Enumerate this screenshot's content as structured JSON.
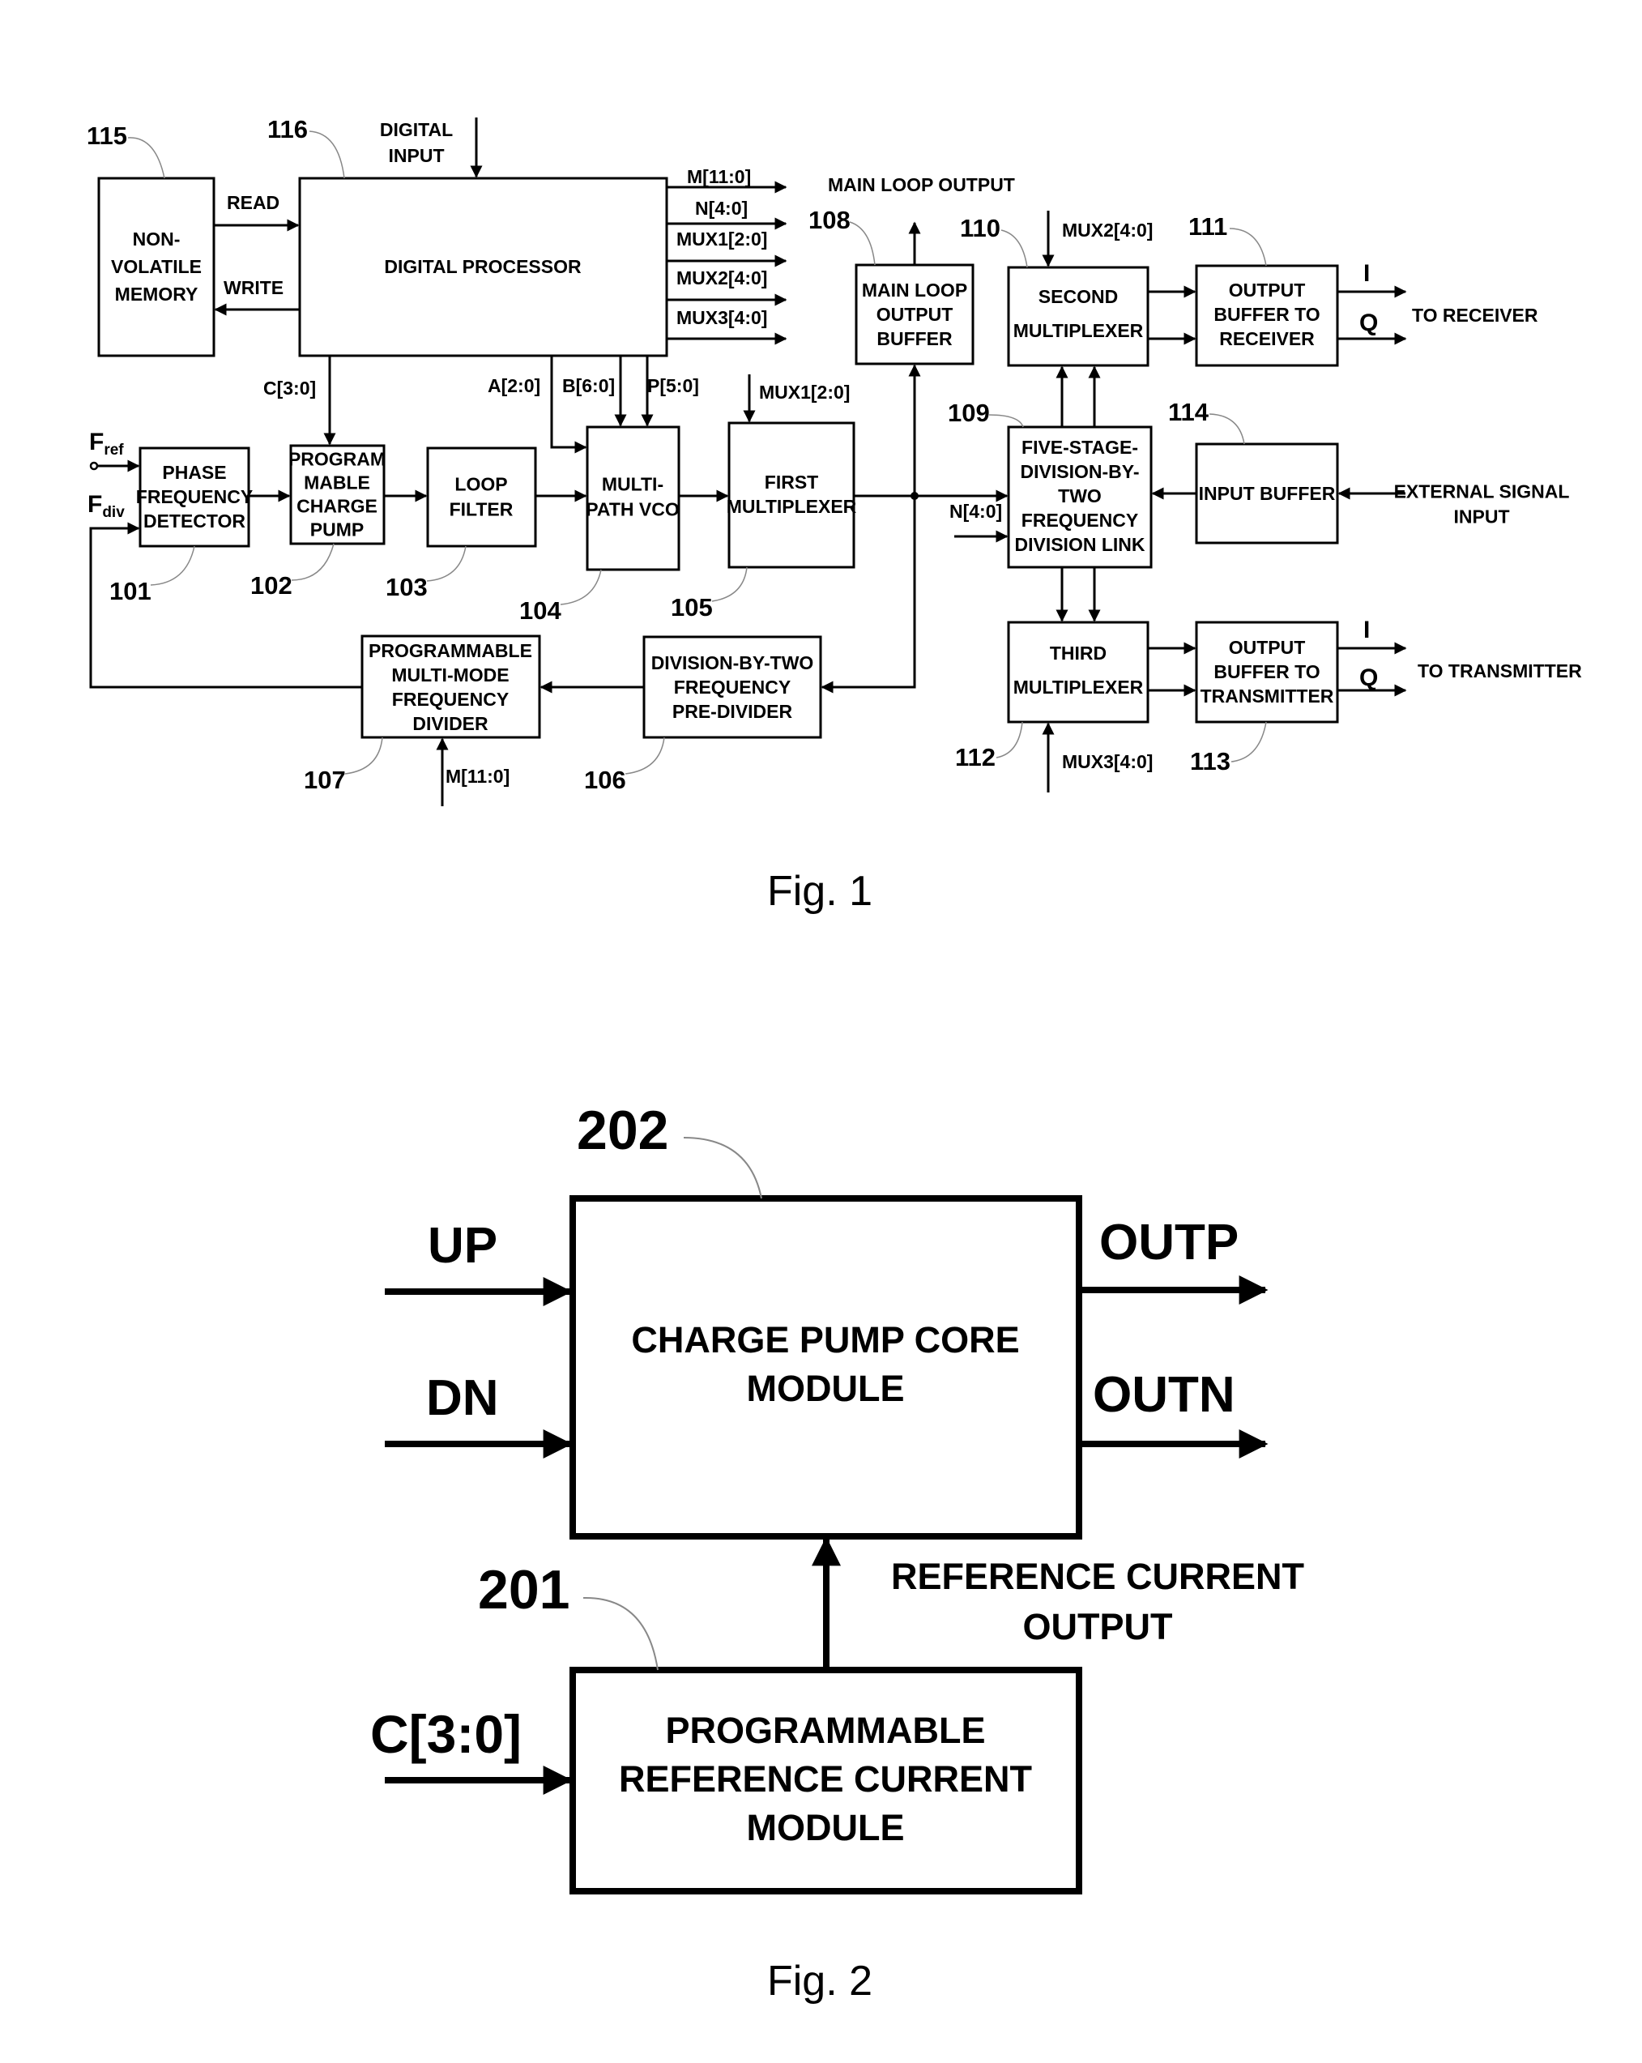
{
  "fig1": {
    "caption": "Fig. 1",
    "blocks": {
      "nvm": [
        "NON-",
        "VOLATILE",
        "MEMORY"
      ],
      "dp": [
        "DIGITAL PROCESSOR"
      ],
      "pfd": [
        "PHASE",
        "FREQUENCY",
        "DETECTOR"
      ],
      "cp": [
        "PROGRAM",
        "MABLE",
        "CHARGE",
        "PUMP"
      ],
      "lf": [
        "LOOP",
        "FILTER"
      ],
      "vco": [
        "MULTI-",
        "PATH VCO"
      ],
      "mux1": [
        "FIRST",
        "MULTIPLEXER"
      ],
      "mlb": [
        "MAIN LOOP",
        "OUTPUT",
        "BUFFER"
      ],
      "mux2": [
        "SECOND",
        "MULTIPLEXER"
      ],
      "ob_rx": [
        "OUTPUT",
        "BUFFER TO",
        "RECEIVER"
      ],
      "fsd": [
        "FIVE-STAGE-",
        "DIVISION-BY-",
        "TWO",
        "FREQUENCY",
        "DIVISION LINK"
      ],
      "ib": [
        "INPUT BUFFER"
      ],
      "mux3": [
        "THIRD",
        "MULTIPLEXER"
      ],
      "ob_tx": [
        "OUTPUT",
        "BUFFER TO",
        "TRANSMITTER"
      ],
      "pmd": [
        "PROGRAMMABLE",
        "MULTI-MODE",
        "FREQUENCY",
        "DIVIDER"
      ],
      "pre": [
        "DIVISION-BY-TWO",
        "FREQUENCY",
        "PRE-DIVIDER"
      ]
    },
    "labels": {
      "digital_input": [
        "DIGITAL",
        "INPUT"
      ],
      "read": "READ",
      "write": "WRITE",
      "m": "M[11:0]",
      "n": "N[4:0]",
      "mux1": "MUX1[2:0]",
      "mux2": "MUX2[4:0]",
      "mux3": "MUX3[4:0]",
      "c": "C[3:0]",
      "a": "A[2:0]",
      "b": "B[6:0]",
      "p": "P[5:0]",
      "f_ref": "F",
      "f_ref_sub": "ref",
      "f_div": "F",
      "f_div_sub": "div",
      "main_loop_output": "MAIN LOOP OUTPUT",
      "i": "I",
      "q": "Q",
      "to_receiver": "TO RECEIVER",
      "to_transmitter": "TO TRANSMITTER",
      "external_signal_input": [
        "EXTERNAL SIGNAL",
        "INPUT"
      ]
    },
    "refs": {
      "r101": "101",
      "r102": "102",
      "r103": "103",
      "r104": "104",
      "r105": "105",
      "r106": "106",
      "r107": "107",
      "r108": "108",
      "r109": "109",
      "r110": "110",
      "r111": "111",
      "r112": "112",
      "r113": "113",
      "r114": "114",
      "r115": "115",
      "r116": "116"
    }
  },
  "fig2": {
    "caption": "Fig. 2",
    "core": [
      "CHARGE PUMP CORE",
      "MODULE"
    ],
    "ref_module": [
      "PROGRAMMABLE",
      "REFERENCE CURRENT",
      "MODULE"
    ],
    "up": "UP",
    "dn": "DN",
    "outp": "OUTP",
    "outn": "OUTN",
    "c": "C[3:0]",
    "ref_out": [
      "REFERENCE CURRENT",
      "OUTPUT"
    ],
    "r201": "201",
    "r202": "202"
  }
}
